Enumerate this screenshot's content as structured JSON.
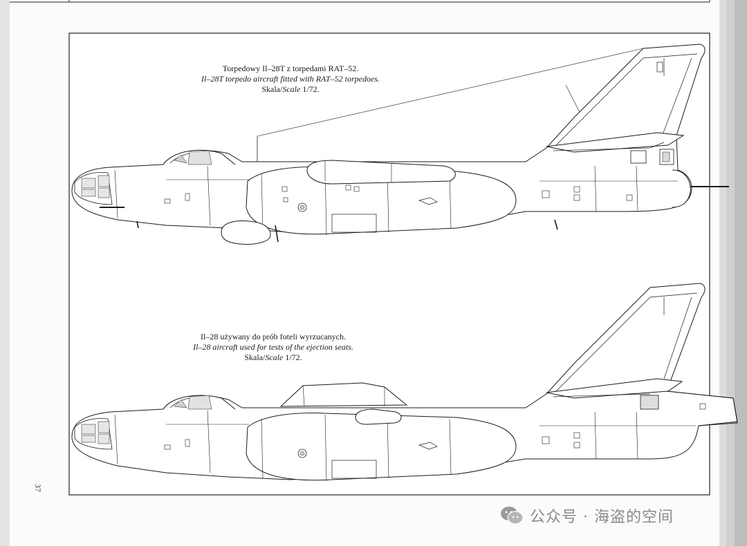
{
  "page": {
    "page_number": "37"
  },
  "top_drawing": {
    "title_pl": "Torpedowy Il–28T z torpedami RAT–52.",
    "title_en": "Il–28T  torpedo aircraft fitted with RAT–52 torpedoes.",
    "scale_prefix": "Skala/",
    "scale_word": "Scale",
    "scale_value": " 1/72."
  },
  "bottom_drawing": {
    "title_pl": "Il–28 używany do prób foteli wyrzucanych.",
    "title_en": "Il–28 aircraft used for tests of the ejection seats.",
    "scale_prefix": "Skala/",
    "scale_word": "Scale",
    "scale_value": " 1/72."
  },
  "watermark": {
    "text": "公众号 · 海盗的空间",
    "icon": "wechat-icon"
  }
}
